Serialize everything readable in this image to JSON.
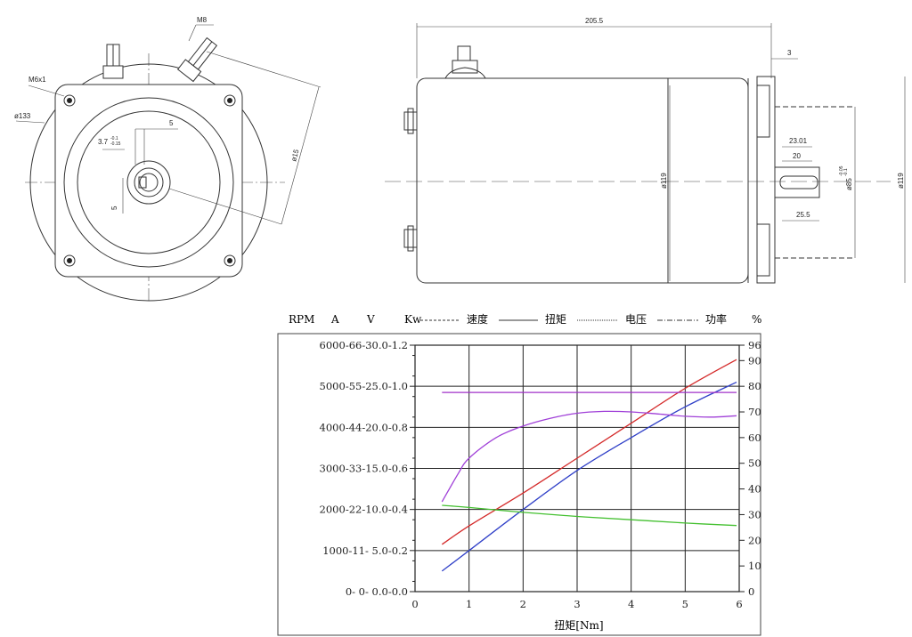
{
  "front_view": {
    "hole_label": "M6x1",
    "diameter_133": "ø133",
    "terminal_thread": "M8",
    "terminal_angle": "ø15",
    "key_width": "5",
    "key_depth": "3.7",
    "key_tol_upper": "-0.1",
    "key_tol_lower": "-0.15",
    "key_offset": "5"
  },
  "side_view": {
    "overall_length": "205.5",
    "flange_gap": "3",
    "body_diameter": "ø119",
    "outer_diameter": "ø119",
    "pilot_diameter": "ø85",
    "pilot_tol_upper": "-0.05",
    "pilot_tol_lower": "-0.1",
    "shaft_length_1": "23.01",
    "shaft_length_2": "20",
    "shaft_length_3": "25.5"
  },
  "chart_header": {
    "units": [
      "RPM",
      "A",
      "V",
      "Kw"
    ],
    "legend": [
      {
        "label": "速度",
        "style": "dashed"
      },
      {
        "label": "扭矩",
        "style": "solid"
      },
      {
        "label": "电压",
        "style": "dotted"
      },
      {
        "label": "功率",
        "style": "dashdot"
      }
    ],
    "right_unit": "%"
  },
  "chart_data": {
    "type": "line",
    "xlabel": "扭矩[Nm]",
    "xlim": [
      0,
      6
    ],
    "x_ticks": [
      "0",
      "1",
      "2",
      "3",
      "4",
      "5",
      "6"
    ],
    "left_axis_labels": [
      "0- 0- 0.0-0.0",
      "1000-11- 5.0-0.2",
      "2000-22-10.0-0.4",
      "3000-33-15.0-0.6",
      "4000-44-20.0-0.8",
      "5000-55-25.0-1.0",
      "6000-66-30.0-1.2"
    ],
    "left_rpm_range": [
      0,
      6000
    ],
    "right_ylim": [
      0,
      96
    ],
    "right_ticks": [
      0,
      10,
      20,
      30,
      40,
      50,
      60,
      70,
      80,
      90,
      96
    ],
    "grid": true,
    "series": [
      {
        "color": "#d42a2a",
        "axis": "rpm",
        "x": [
          0.5,
          1.0,
          2.0,
          3.0,
          4.0,
          5.0,
          5.95
        ],
        "y": [
          1150,
          1600,
          2400,
          3250,
          4100,
          4950,
          5650
        ]
      },
      {
        "color": "#3040c8",
        "axis": "rpm",
        "x": [
          0.5,
          1.0,
          2.0,
          3.0,
          4.0,
          5.0,
          5.95
        ],
        "y": [
          500,
          1000,
          2000,
          2950,
          3750,
          4500,
          5100
        ]
      },
      {
        "color": "#44c030",
        "axis": "rpm",
        "x": [
          0.5,
          1.0,
          2.0,
          3.0,
          4.0,
          5.0,
          5.95
        ],
        "y": [
          2100,
          2050,
          1930,
          1830,
          1750,
          1670,
          1610
        ]
      },
      {
        "color": "#a030c8",
        "axis": "rpm",
        "x": [
          0.5,
          1.0,
          2.0,
          3.0,
          4.0,
          5.0,
          5.95
        ],
        "y": [
          4850,
          4850,
          4850,
          4850,
          4850,
          4850,
          4850
        ]
      },
      {
        "color": "#a040d8",
        "axis": "percent",
        "x": [
          0.5,
          0.8,
          1.0,
          1.5,
          2.0,
          2.5,
          3.0,
          3.5,
          4.0,
          4.5,
          5.0,
          5.5,
          5.95
        ],
        "y": [
          35,
          46,
          52,
          60,
          64.5,
          67.5,
          69.5,
          70.2,
          70,
          69.2,
          68.3,
          68,
          68.5
        ]
      }
    ]
  }
}
